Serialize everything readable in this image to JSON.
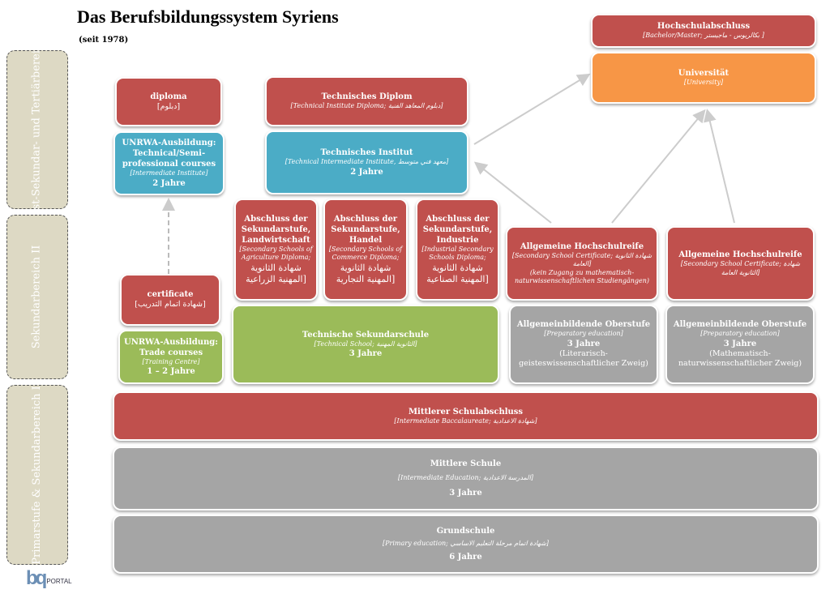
{
  "title": "Das Berufsbildungssystem Syriens",
  "subtitle": "(seit 1978)",
  "side_labels": [
    "Post-Sekundar- und Tertiärbereich",
    "Sekundarbereich II",
    "Primarstufe & Sekundarbereich I"
  ],
  "logo": {
    "mark": "bq",
    "text": "PORTAL"
  },
  "boxes": {
    "hochschulabschluss": {
      "t": "Hochschulabschluss",
      "s": "[Bachelor/Master; بكالريوس - ماجيستر ]"
    },
    "universitaet": {
      "t": "Universität",
      "s": "[University]"
    },
    "diploma": {
      "t": "diploma",
      "s": "[دبلوم]"
    },
    "unrwa_tech": {
      "t": "UNRWA-Ausbildung: Technical/Semi-professional courses",
      "s": "[Intermediate Institute]",
      "d": "2 Jahre"
    },
    "tech_diplom": {
      "t": "Technisches Diplom",
      "s": "[Technical Institute Diploma; دبلوم المعاهد الفنية]"
    },
    "tech_institut": {
      "t": "Technisches Institut",
      "s": "[Technical Intermediate Institute, معهد فني متوسط]",
      "d": "2 Jahre"
    },
    "abs_land": {
      "t": "Abschluss der Sekundarstufe, Landwirtschaft",
      "s": "[Secondary Schools of Agriculture Diploma;",
      "a": "شهادة الثانوية المهنية الزراعية]"
    },
    "abs_handel": {
      "t": "Abschluss der Sekundarstufe, Handel",
      "s": "[Secondary Schools of Commerce Diploma;",
      "a": "شهادة الثانوية المهنية التجارية]"
    },
    "abs_industrie": {
      "t": "Abschluss der Sekundarstufe, Industrie",
      "s": "[Industrial Secondary Schools Diploma;",
      "a": "شهادة الثانوية المهنية الصناعية]"
    },
    "ahr1": {
      "t": "Allgemeine Hochschulreife",
      "s": "[Secondary School Certificate; شهادة الثانوية العامة]",
      "n": "(kein Zugang zu mathematisch-naturwissenschaftlichen Studiengängen)"
    },
    "ahr2": {
      "t": "Allgemeine Hochschulreife",
      "s": "[Secondary School Certificate; شهادة الثانوية العامة]"
    },
    "certificate": {
      "t": "certificate",
      "s": "[شهادة اتمام التدريب]"
    },
    "unrwa_trade": {
      "t": "UNRWA-Ausbildung: Trade courses",
      "s": "[Training Centre]",
      "d": "1 – 2 Jahre"
    },
    "tech_sek": {
      "t": "Technische Sekundarschule",
      "s": "[Technical School; الثانوية المهنية]",
      "d": "3 Jahre"
    },
    "ober1": {
      "t": "Allgemeinbildende Oberstufe",
      "s": "[Preparatory education]",
      "d": "3 Jahre",
      "n": "(Literarisch-geisteswissenschaftlicher Zweig)"
    },
    "ober2": {
      "t": "Allgemeinbildende Oberstufe",
      "s": "[Preparatory education]",
      "d": "3 Jahre",
      "n": "(Mathematisch-naturwissenschaftlicher Zweig)"
    },
    "mittlerer": {
      "t": "Mittlerer Schulabschluss",
      "s": "[Intermediate Baccalaureate; شهادة الاعدادية]"
    },
    "mittlere_schule": {
      "t": "Mittlere Schule",
      "s": "[Intermediate Education; المدرسة الاعدادية]",
      "d": "3 Jahre"
    },
    "grundschule": {
      "t": "Grundschule",
      "s": "[Primary education; شهادة اتمام مرحلة التعليم الاساسي]",
      "d": "6 Jahre"
    }
  }
}
